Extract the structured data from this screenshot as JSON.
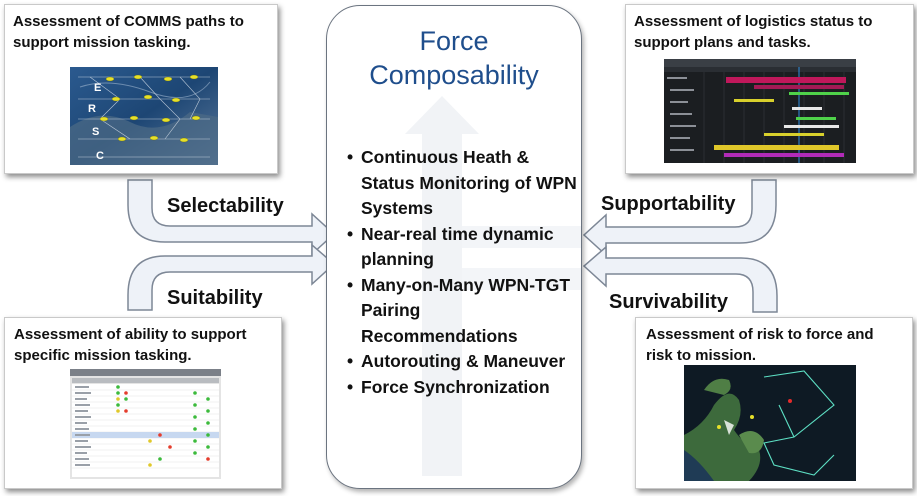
{
  "center": {
    "title_line1": "Force",
    "title_line2": "Composability",
    "bullets": [
      "Continuous Heath & Status Monitoring of WPN Systems",
      "Near-real time dynamic planning",
      "Many-on-Many WPN-TGT Pairing Recommendations",
      "Autorouting & Maneuver",
      "Force Synchronization"
    ]
  },
  "labels": {
    "selectability": "Selectability",
    "suitability": "Suitability",
    "supportability": "Supportability",
    "survivability": "Survivability"
  },
  "boxes": {
    "comms": {
      "line1": "Assessment of COMMS paths to",
      "line2": "support mission tasking.",
      "letters": [
        "E",
        "R",
        "S",
        "C"
      ]
    },
    "logistics": {
      "line1": "Assessment of logistics status to",
      "line2": "support plans and tasks."
    },
    "suitability": {
      "line1": "Assessment of ability to support",
      "line2": "specific mission tasking."
    },
    "risk": {
      "line1": "Assessment of risk to force and",
      "line2": "risk to mission."
    }
  },
  "colors": {
    "title": "#1f4e8c",
    "arrow_fill": "#eef2f8",
    "arrow_stroke": "#7d8796",
    "box_border": "#6b7480"
  }
}
